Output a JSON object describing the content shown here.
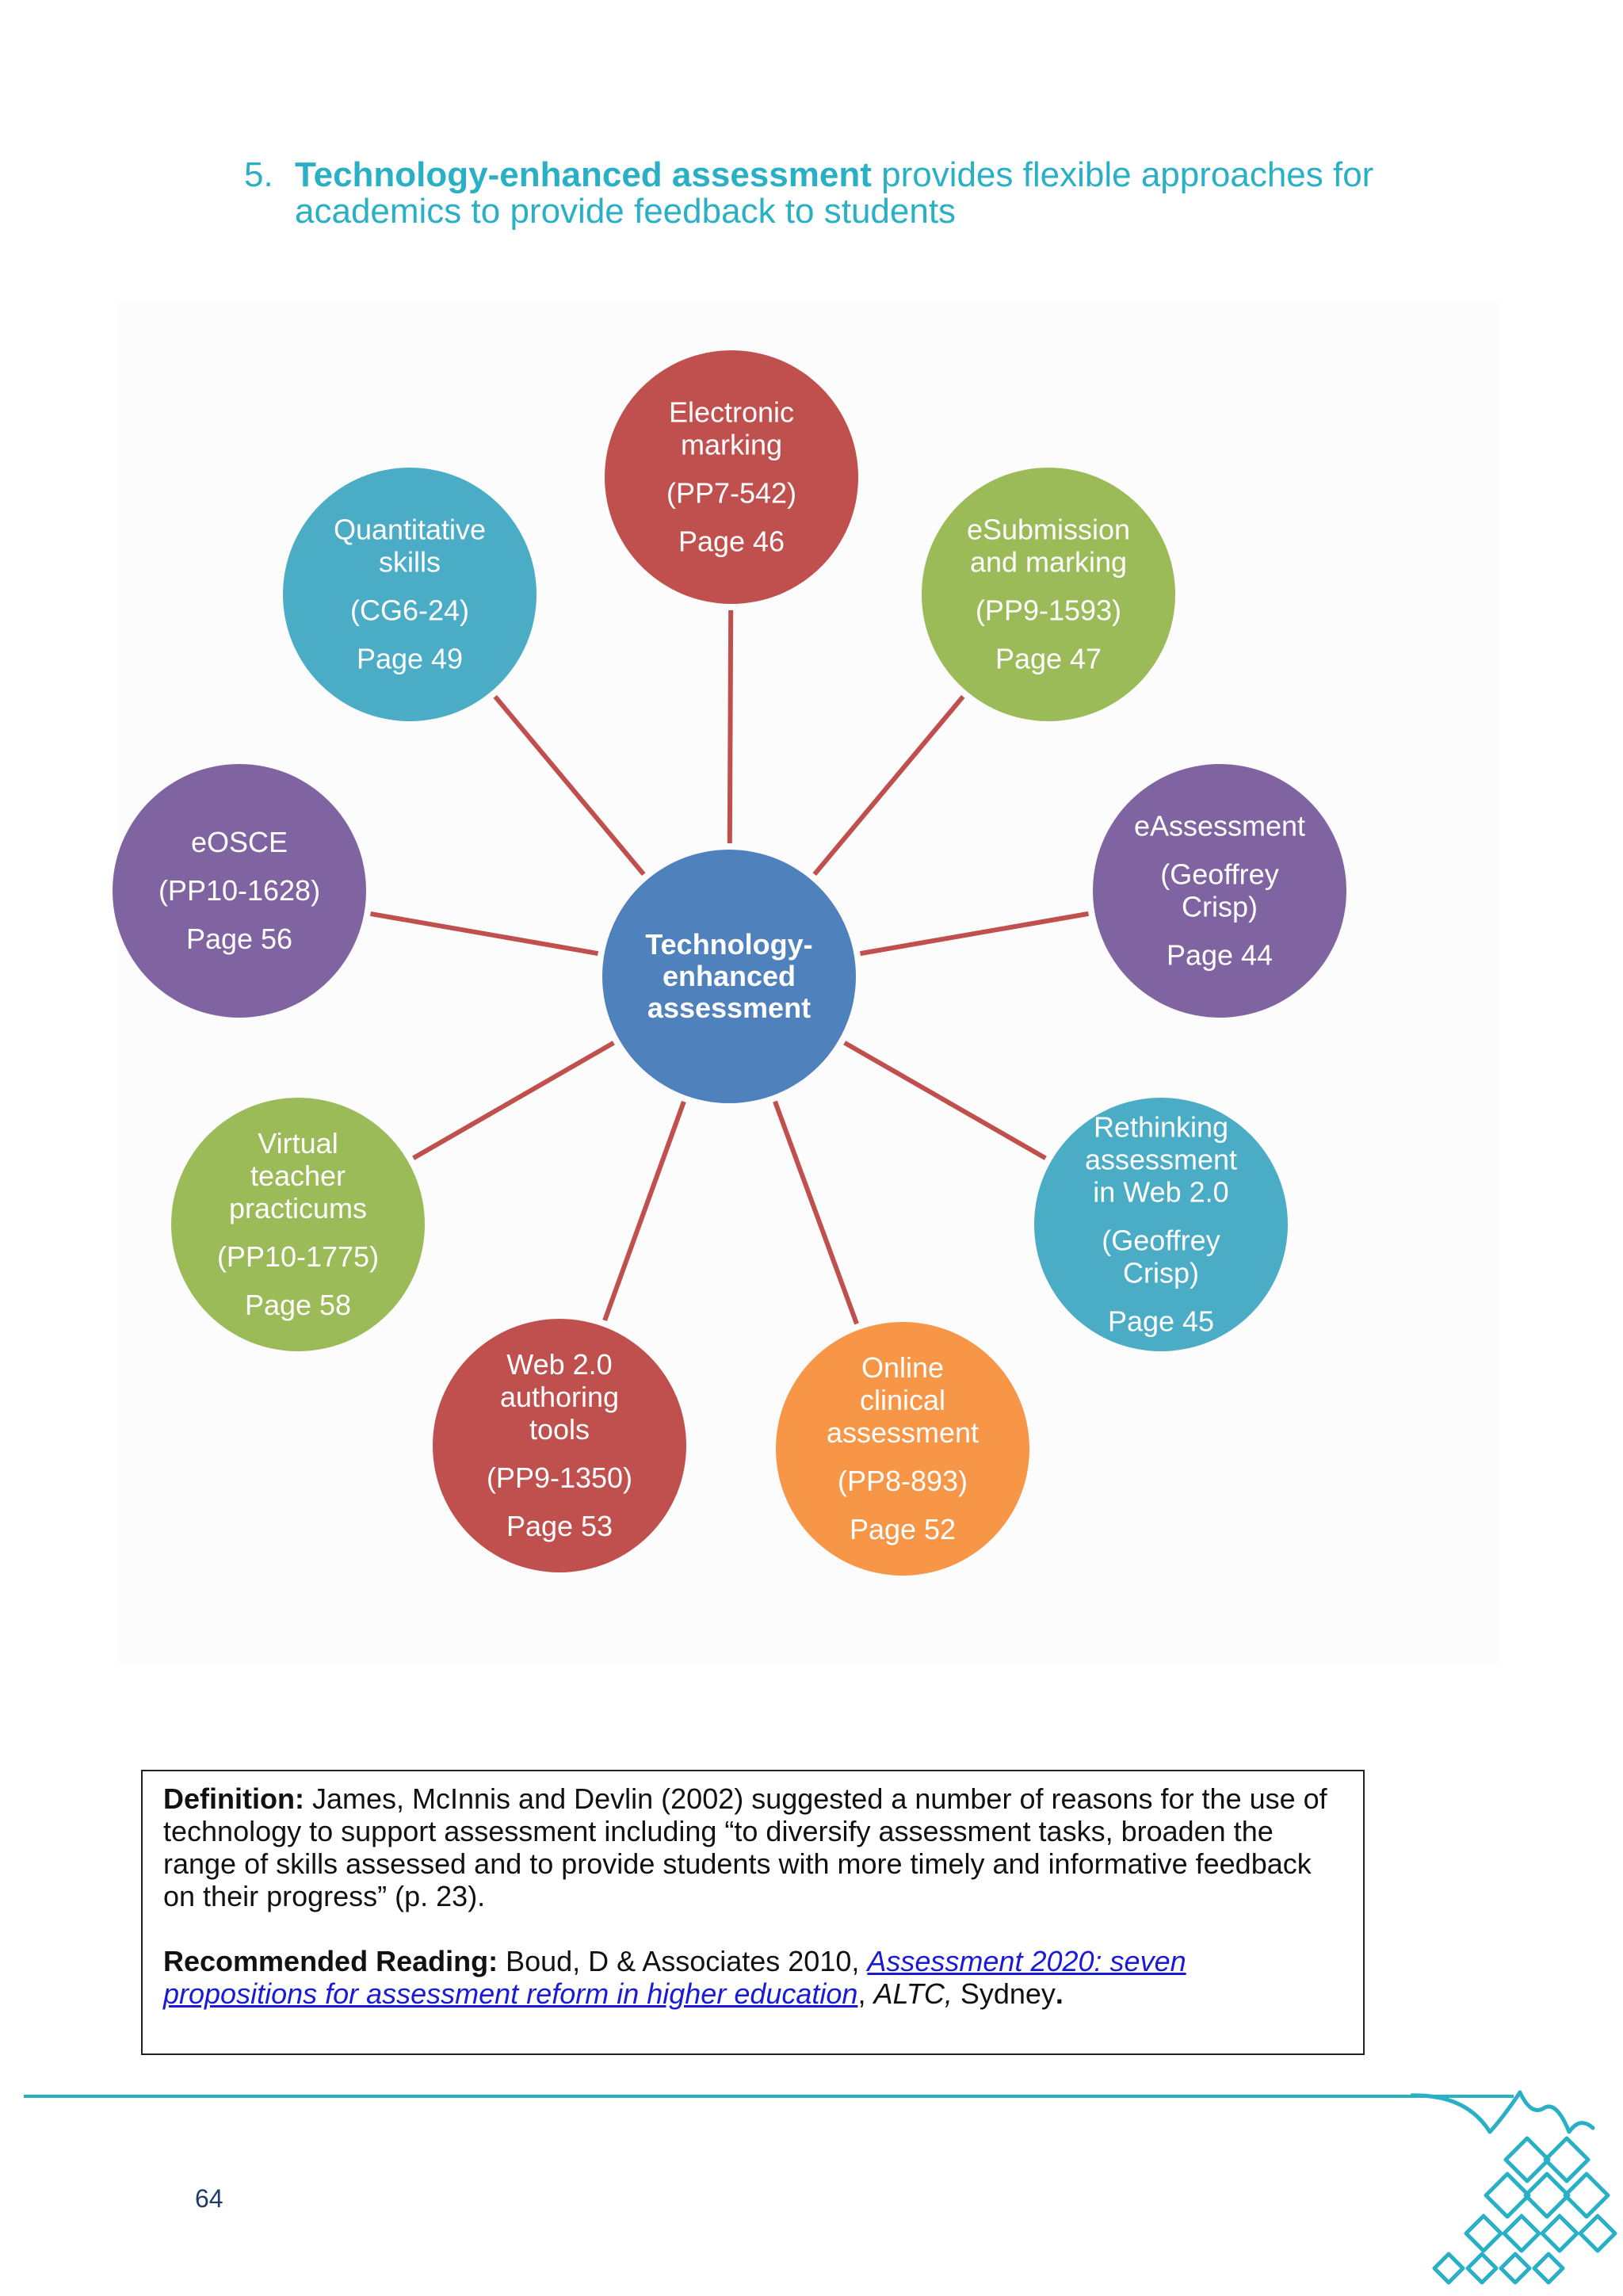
{
  "heading": {
    "number": "5.",
    "bold": "Technology-enhanced assessment",
    "rest": "provides flexible approaches for academics to provide feedback to students"
  },
  "colors": {
    "accent": "#2ab0c5",
    "connector": "#c0504d",
    "red": "#c0504d",
    "green": "#9bbb59",
    "purple": "#8064a2",
    "teal": "#4bacc6",
    "orange": "#f79646",
    "blue": "#4f81bd"
  },
  "diagram": {
    "center": {
      "lines": [
        "Technology-",
        "enhanced",
        "assessment"
      ],
      "color": "blue"
    },
    "nodes": [
      {
        "id": "electronic-marking",
        "color": "red",
        "lines": [
          "Electronic",
          "marking",
          "(PP7-542)",
          "Page 46"
        ]
      },
      {
        "id": "esubmission-and-marking",
        "color": "green",
        "lines": [
          "eSubmission",
          "and marking",
          "(PP9-1593)",
          "Page 47"
        ]
      },
      {
        "id": "eassessment",
        "color": "purple",
        "lines": [
          "eAssessment",
          "(Geoffrey",
          "Crisp)",
          "Page 44"
        ]
      },
      {
        "id": "rethinking-assessment",
        "color": "teal",
        "lines": [
          "Rethinking",
          "assessment",
          "in Web 2.0",
          "(Geoffrey",
          "Crisp)",
          "Page  45"
        ]
      },
      {
        "id": "online-clinical-assessment",
        "color": "orange",
        "lines": [
          "Online",
          "clinical",
          "assessment",
          "(PP8-893)",
          "Page 52"
        ]
      },
      {
        "id": "web2-authoring-tools",
        "color": "red",
        "lines": [
          "Web 2.0",
          "authoring",
          "tools",
          "(PP9-1350)",
          "Page 53"
        ]
      },
      {
        "id": "virtual-teacher-practicums",
        "color": "green",
        "lines": [
          "Virtual",
          "teacher",
          "practicums",
          "(PP10-1775)",
          "Page 58"
        ]
      },
      {
        "id": "eosce",
        "color": "purple",
        "lines": [
          "eOSCE",
          "(PP10-1628)",
          "Page 56"
        ]
      },
      {
        "id": "quantitative-skills",
        "color": "teal",
        "lines": [
          "Quantitative",
          "skills",
          "(CG6-24)",
          "Page 49"
        ]
      }
    ]
  },
  "definition": {
    "label": "Definition:",
    "text": "James, McInnis and Devlin (2002) suggested a number of reasons for the use of technology to support assessment including “to diversify assessment tasks, broaden the range of skills assessed and to provide students with more timely and informative feedback on their progress” (p. 23)."
  },
  "reading": {
    "label": "Recommended Reading:",
    "text": "Boud, D & Associates 2010,",
    "link_text": "Assessment 2020: seven propositions for assessment reform in higher education",
    "publisher": "ALTC,",
    "place": "Sydney",
    "end": "."
  },
  "page_number": "64"
}
